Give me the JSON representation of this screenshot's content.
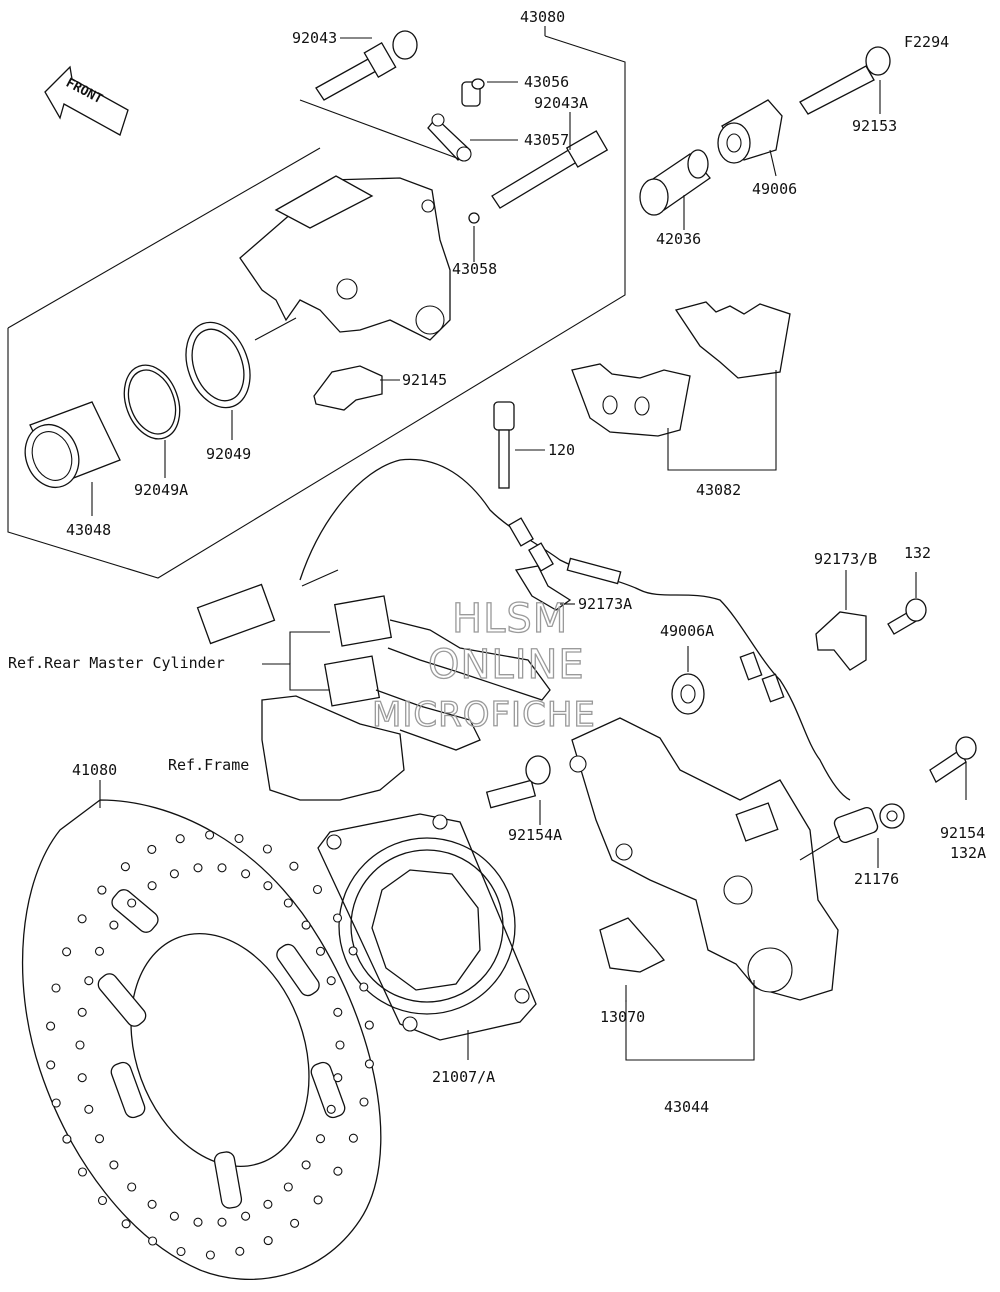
{
  "diagram_code": "F2294",
  "front_arrow": "FRONT",
  "watermark": [
    "HLSM",
    "ONLINE",
    "MICROFICHE"
  ],
  "labels": {
    "p92043": "92043",
    "p43080": "43080",
    "p43056": "43056",
    "p92043a": "92043A",
    "p43057": "43057",
    "p43058": "43058",
    "p42036": "42036",
    "p92153": "92153",
    "p49006": "49006",
    "p92145": "92145",
    "p92049": "92049",
    "p92049a": "92049A",
    "p43048": "43048",
    "p120": "120",
    "p43082": "43082",
    "p92173a": "92173A",
    "p92173b": "92173/B",
    "p132": "132",
    "p49006a": "49006A",
    "ref_master": "Ref.Rear Master Cylinder",
    "ref_frame": "Ref.Frame",
    "p41080": "41080",
    "p92154a": "92154A",
    "p92154": "92154",
    "p132a": "132A",
    "p21176": "21176",
    "p21007": "21007/A",
    "p13070": "13070",
    "p43044": "43044"
  }
}
